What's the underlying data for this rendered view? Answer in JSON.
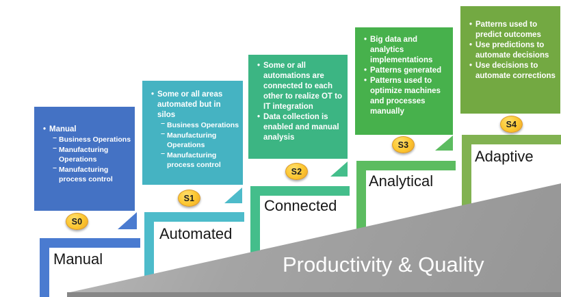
{
  "stages": [
    {
      "badge": "S0",
      "label": "Manual",
      "color": "#4472C4",
      "bar_color": "#4A7BD0",
      "bullets": [
        {
          "level": 1,
          "text": "Manual"
        },
        {
          "level": 2,
          "text": "Business Operations"
        },
        {
          "level": 2,
          "text": "Manufacturing Operations"
        },
        {
          "level": 2,
          "text": "Manufacturing process control"
        }
      ]
    },
    {
      "badge": "S1",
      "label": "Automated",
      "color": "#45B3C2",
      "bar_color": "#4DBBCA",
      "bullets": [
        {
          "level": 1,
          "text": "Some or all areas automated but in silos"
        },
        {
          "level": 2,
          "text": "Business Operations"
        },
        {
          "level": 2,
          "text": "Manufacturing Operations"
        },
        {
          "level": 2,
          "text": "Manufacturing process control"
        }
      ]
    },
    {
      "badge": "S2",
      "label": "Connected",
      "color": "#3CB583",
      "bar_color": "#44BE8B",
      "bullets": [
        {
          "level": 1,
          "text": "Some or all automations are connected to each other to realize OT to IT integration"
        },
        {
          "level": 1,
          "text": "Data collection is enabled and manual analysis"
        }
      ]
    },
    {
      "badge": "S3",
      "label": "Analytical",
      "color": "#47B14C",
      "bar_color": "#5CBC60",
      "bullets": [
        {
          "level": 1,
          "text": "Big data and analytics implementations"
        },
        {
          "level": 1,
          "text": "Patterns generated"
        },
        {
          "level": 1,
          "text": "Patterns used to optimize machines and processes manually"
        }
      ]
    },
    {
      "badge": "S4",
      "label": "Adaptive",
      "color": "#73A942",
      "bar_color": "#81B251",
      "bullets": [
        {
          "level": 1,
          "text": "Patterns used to predict outcomes"
        },
        {
          "level": 1,
          "text": "Use predictions to automate decisions"
        },
        {
          "level": 1,
          "text": "Use decisions to automate corrections"
        }
      ]
    }
  ],
  "ramp": {
    "label": "Productivity & Quality",
    "color": "#9C9C9C",
    "edge_color": "#878787"
  },
  "badge_style": {
    "fill_top": "#FFDF6E",
    "fill_bottom": "#EDA42E",
    "text_color": "#1C1C1C"
  },
  "text_color_on_cards": "#FFFFFF",
  "stage_label_color": "#171717"
}
